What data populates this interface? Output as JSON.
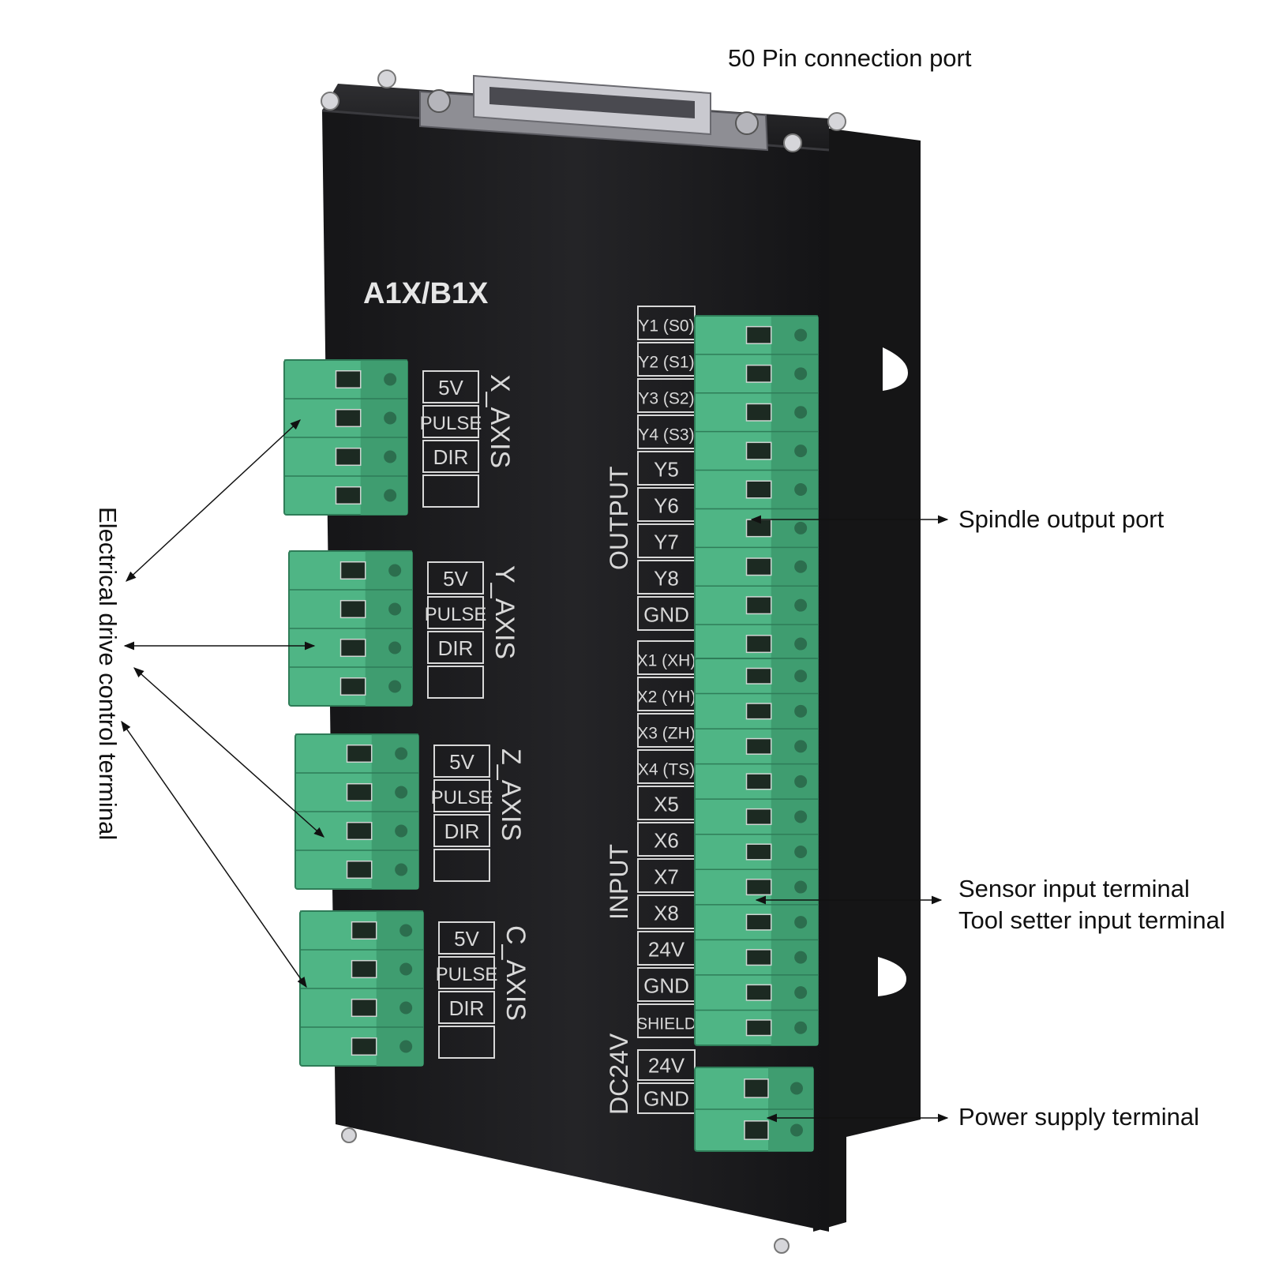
{
  "labels": {
    "connector": "50 Pin connection port",
    "spindle": "Spindle output port",
    "sensor_line1": "Sensor input terminal",
    "sensor_line2": "Tool setter input terminal",
    "power": "Power supply terminal",
    "electrical": "Electrical drive control terminal"
  },
  "board": {
    "model": "A1X/B1X",
    "output_title": "OUTPUT",
    "input_title": "INPUT",
    "dc_title": "DC24V"
  },
  "axes": [
    {
      "name": "X_AXIS",
      "pins": [
        "5V",
        "PULSE",
        "DIR",
        ""
      ]
    },
    {
      "name": "Y_AXIS",
      "pins": [
        "5V",
        "PULSE",
        "DIR",
        ""
      ]
    },
    {
      "name": "Z_AXIS",
      "pins": [
        "5V",
        "PULSE",
        "DIR",
        ""
      ]
    },
    {
      "name": "C_AXIS",
      "pins": [
        "5V",
        "PULSE",
        "DIR",
        ""
      ]
    }
  ],
  "output_pins": [
    "Y1 (S0)",
    "Y2 (S1)",
    "Y3 (S2)",
    "Y4 (S3)",
    "Y5",
    "Y6",
    "Y7",
    "Y8",
    "GND"
  ],
  "input_pins": [
    "X1 (XH)",
    "X2 (YH)",
    "X3 (ZH)",
    "X4 (TS)",
    "X5",
    "X6",
    "X7",
    "X8",
    "24V",
    "GND",
    "SHIELD"
  ],
  "power_pins": [
    "24V",
    "GND"
  ],
  "colors": {
    "body": "#1b1b1d",
    "terminal": "#4fb585",
    "silk": "#d8d8d8"
  }
}
